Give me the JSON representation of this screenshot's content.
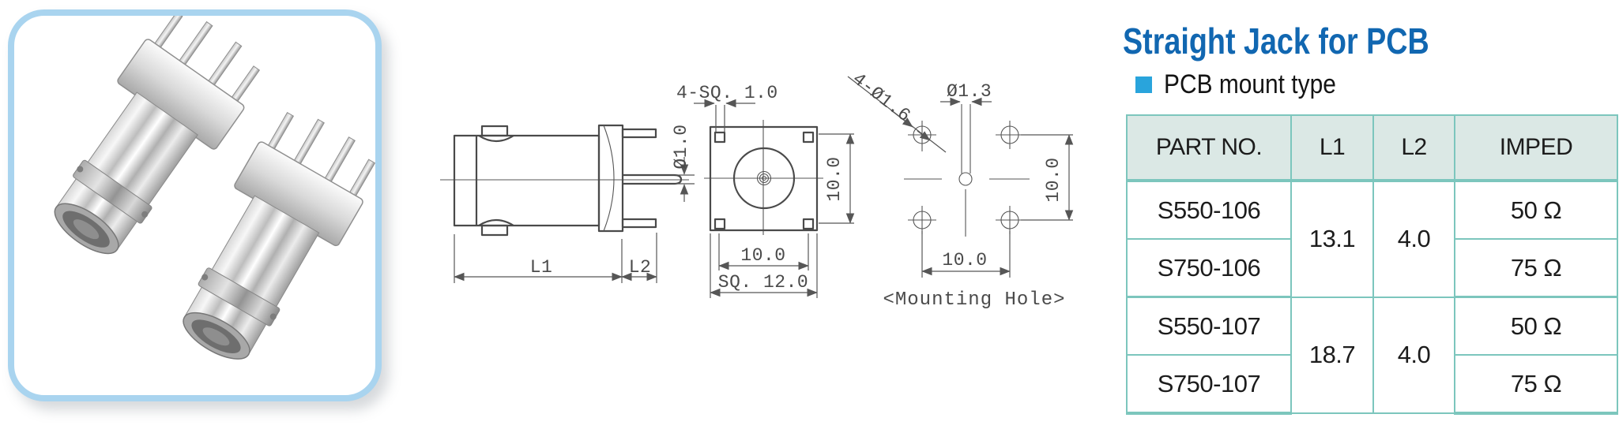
{
  "colors": {
    "title_blue": "#1167b1",
    "bullet_blue": "#29a4dc",
    "table_border_teal": "#7cc6bd",
    "table_header_bg": "#dbe8e5",
    "photo_frame_blue": "#a9d4ef",
    "drawing_line_gray": "#4a4a4a"
  },
  "header": {
    "title": "Straight Jack for PCB",
    "subtitle": "PCB mount type"
  },
  "photo": {
    "name": "straight-jack-pcb-connectors-photo"
  },
  "drawings": {
    "side_view": {
      "pin_diameter": "Ø1.0",
      "l1": "L1",
      "l2": "L2"
    },
    "front_view": {
      "corner_pins": "4-SQ. 1.0",
      "pin_pitch_vertical": "10.0",
      "pin_pitch_horizontal": "10.0",
      "flange_size": "SQ. 12.0"
    },
    "mounting_hole": {
      "corner_holes": "4-Ø1.6",
      "center_hole": "Ø1.3",
      "pitch_vertical": "10.0",
      "pitch_horizontal": "10.0",
      "caption": "<Mounting Hole>"
    }
  },
  "table": {
    "columns": [
      "PART NO.",
      "L1",
      "L2",
      "IMPED"
    ],
    "groups": [
      {
        "l1": "13.1",
        "l2": "4.0",
        "rows": [
          {
            "part_no": "S550-106",
            "imped": "50 Ω"
          },
          {
            "part_no": "S750-106",
            "imped": "75 Ω"
          }
        ]
      },
      {
        "l1": "18.7",
        "l2": "4.0",
        "rows": [
          {
            "part_no": "S550-107",
            "imped": "50 Ω"
          },
          {
            "part_no": "S750-107",
            "imped": "75 Ω"
          }
        ]
      }
    ]
  }
}
